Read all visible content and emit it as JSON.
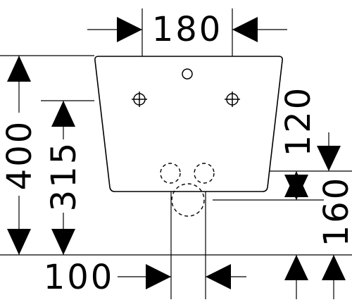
{
  "dimensions": {
    "width_top": "180",
    "height_total": "400",
    "height_inlet": "315",
    "offset_120": "120",
    "offset_160": "160",
    "width_bottom": "100"
  },
  "colors": {
    "line": "#000000",
    "background": "#ffffff"
  }
}
